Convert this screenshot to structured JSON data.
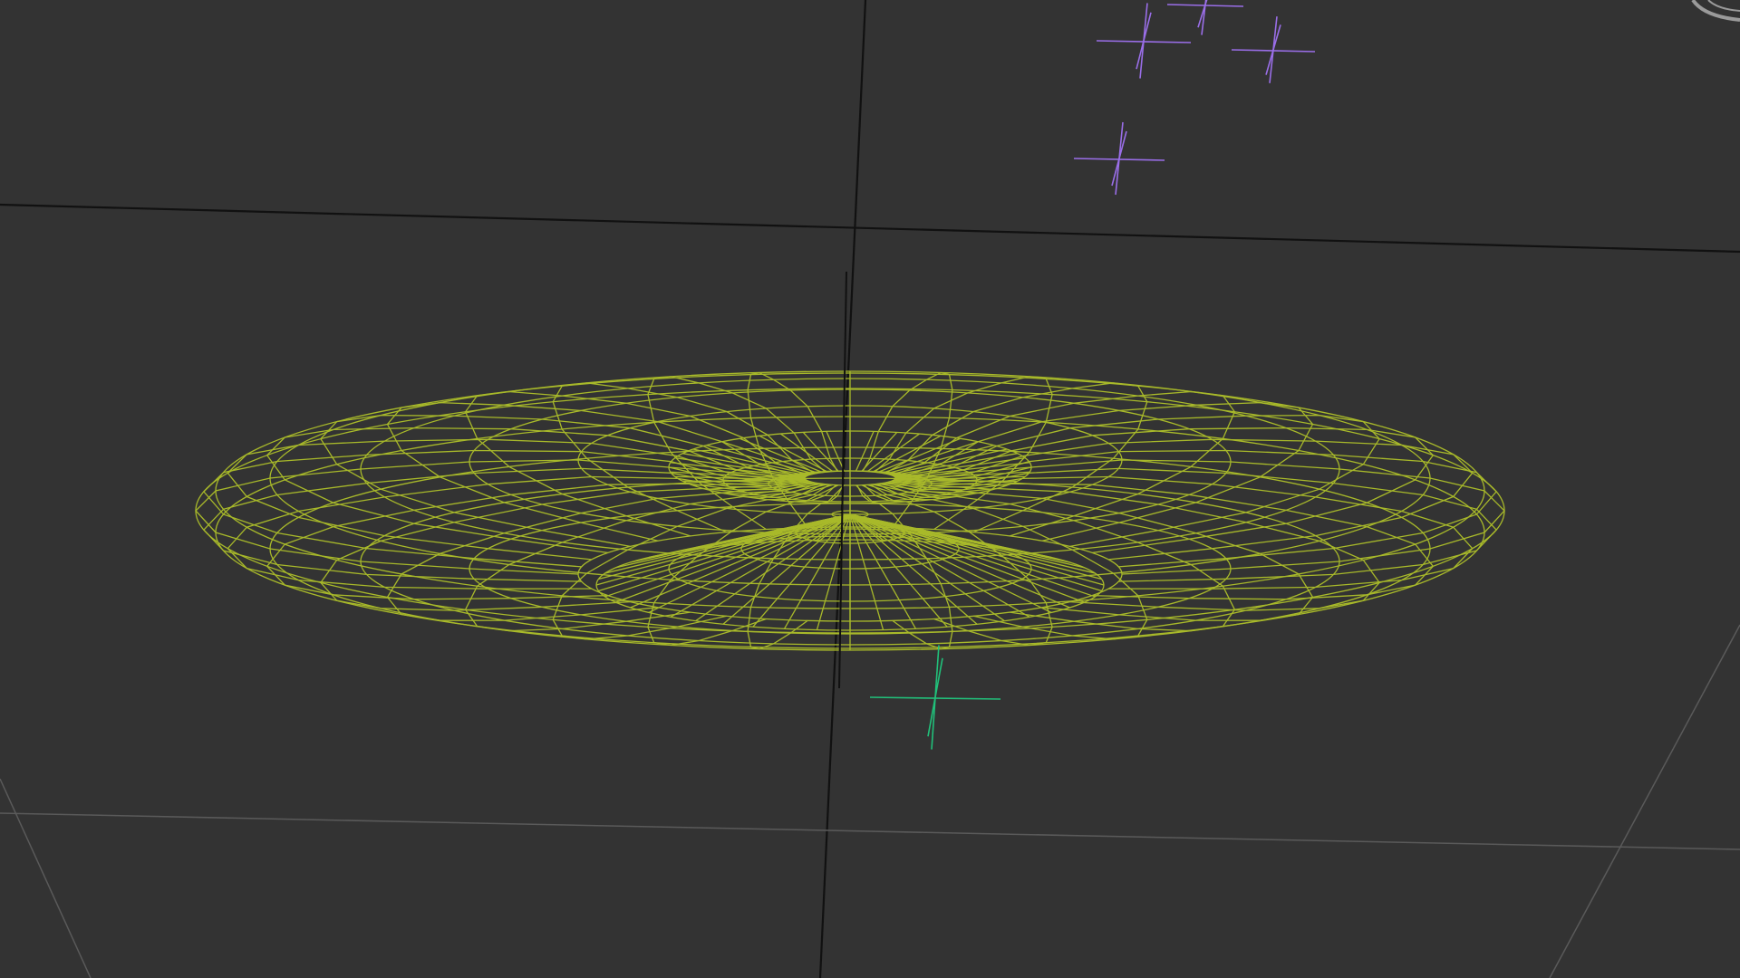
{
  "viewport": {
    "background_color": "#333333",
    "grid_major_color": "#111111",
    "grid_minor_color": "#5a5a5a",
    "selected_object": {
      "type": "wireframe-mesh",
      "color": "#a8b92a"
    },
    "helpers": [
      {
        "type": "point-helper",
        "color": "#9a6ee8"
      },
      {
        "type": "point-helper",
        "color": "#9a6ee8"
      },
      {
        "type": "point-helper",
        "color": "#9a6ee8"
      },
      {
        "type": "point-helper",
        "color": "#9a6ee8"
      },
      {
        "type": "point-helper",
        "color": "#21c07a"
      }
    ],
    "view_cube_color": "#9a9a9a"
  }
}
